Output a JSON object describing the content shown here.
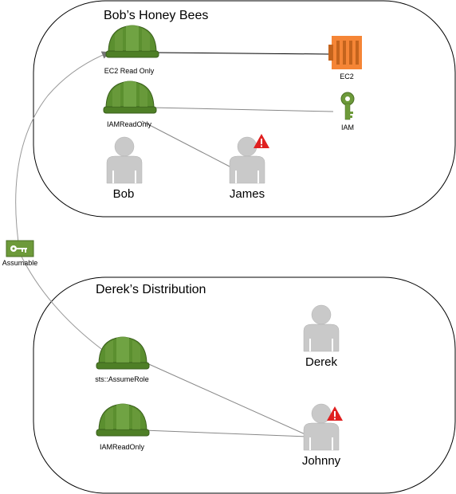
{
  "accounts": {
    "top": {
      "title": "Bob’s Honey Bees"
    },
    "bottom": {
      "title": "Derek’s Distribution"
    }
  },
  "roles": {
    "ec2_read_only": "EC2 Read Only",
    "iam_read_only_top": "IAMReadOnly",
    "sts_assume_role": "sts::AssumeRole",
    "iam_read_only_bottom": "IAMReadOnly"
  },
  "services": {
    "ec2": "EC2",
    "iam": "IAM"
  },
  "users": {
    "bob": "Bob",
    "james": "James",
    "derek": "Derek",
    "johnny": "Johnny"
  },
  "edge_labels": {
    "assumable": "Assumable"
  },
  "colors": {
    "helmet": "#5b8f2f",
    "ec2": "#f58536",
    "iam": "#6d9a3a",
    "user": "#c9c9c9",
    "warning": "#e02020",
    "assumable_badge": "#6d9a3a"
  }
}
